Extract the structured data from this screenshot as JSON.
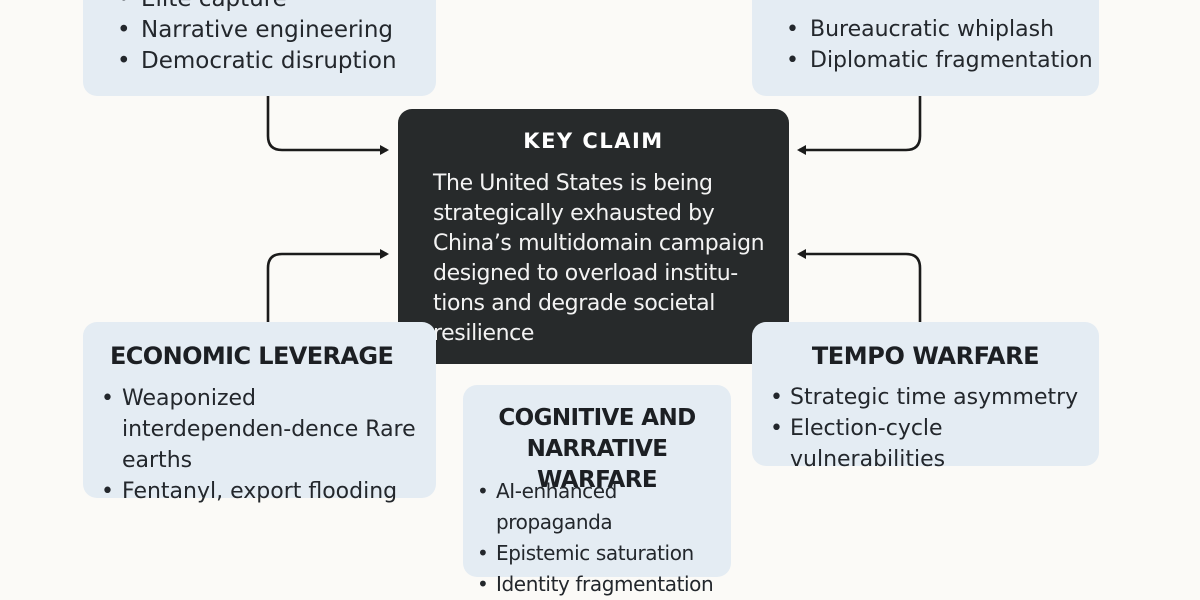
{
  "key_claim": {
    "title": "KEY CLAIM",
    "text": "The United States is being strategically exhausted by China’s multidomain campaign designed to overload institu-tions and degrade societal resilience"
  },
  "top_left": {
    "items": [
      "Elite capture",
      "Narrative engineering",
      "Democratic disruption"
    ]
  },
  "top_right": {
    "items": [
      "Bureaucratic whiplash",
      "Diplomatic fragmentation"
    ]
  },
  "economic_leverage": {
    "title": "ECONOMIC LEVERAGE",
    "items": [
      "Weaponized interdependen-dence  Rare earths",
      "Fentanyl, export flooding"
    ]
  },
  "tempo_warfare": {
    "title": "TEMPO WARFARE",
    "items": [
      "Strategic time asymmetry",
      "Election-cycle vulnerabilities"
    ]
  },
  "cognitive_warfare": {
    "title_line1": "COGNITIVE AND",
    "title_line2": "NARRATIVE WARFARE",
    "items": [
      "AI-enhanced propaganda",
      "Epistemic saturation",
      "Identity fragmentation"
    ]
  },
  "colors": {
    "background": "#fbfaf7",
    "card": "#e4ecf3",
    "key_claim_box": "#272a2b",
    "connector": "#1b1b1b"
  }
}
